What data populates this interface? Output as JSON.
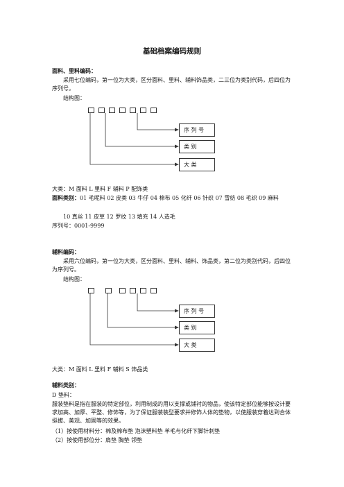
{
  "title": "基础档案编码规则",
  "section1": {
    "heading": "面料、里料编码：",
    "desc": "采用七位编码，第一位为大类，区分面料、里料、辅料饰品类，二三位为类别代码，后四位为序列号。",
    "struct_label": "结构图：",
    "boxes": [
      "序 列 号",
      "类    别",
      "大    类"
    ],
    "big_class": "大类：M 面料     L 里料    F 辅料     P 配饰类",
    "cat_label": "面料类别：",
    "cat_line1": "01 毛呢料   02 皮类  03 牛仔   04 棉布   05 化纤   06 针织   07 雪纺   08 毛织   09 麻料",
    "cat_line2": "10 真丝       11 皮草   12 罗纹   13 填充   14 人造毛",
    "serial": "序列号：0001-9999"
  },
  "section2": {
    "heading": "辅料编码：",
    "desc": "采用六位编码，第一位为大类，区分面料、里料、辅料、饰品类，第二位为类别代码，后四位为序列号。",
    "struct_label": "结构图：",
    "boxes": [
      "序 列 号",
      "类    别",
      "大    类"
    ],
    "big_class": "大类：M 面料       L 里料     F 辅料      S 饰品类"
  },
  "section3": {
    "heading": "辅料类别：",
    "sub": "D 垫料：",
    "desc": "服装垫料是指在服装的特定部位，利用制成的用以支撑或铺衬的物品，使该特定部位能够按设计要求加高、加厚、平整、修饰等，为了保证服装装型要求并修饰人体的垫物，以使服装穿着达到合体挺拔、美观、加固等的效果。",
    "item1": "（1）按使用材料分：棉及棉布垫      泡沫塑料垫    羊毛与化纤下脚针刺垫",
    "item2": "（2）按使用部位分：肩垫  胸垫       领垫"
  }
}
